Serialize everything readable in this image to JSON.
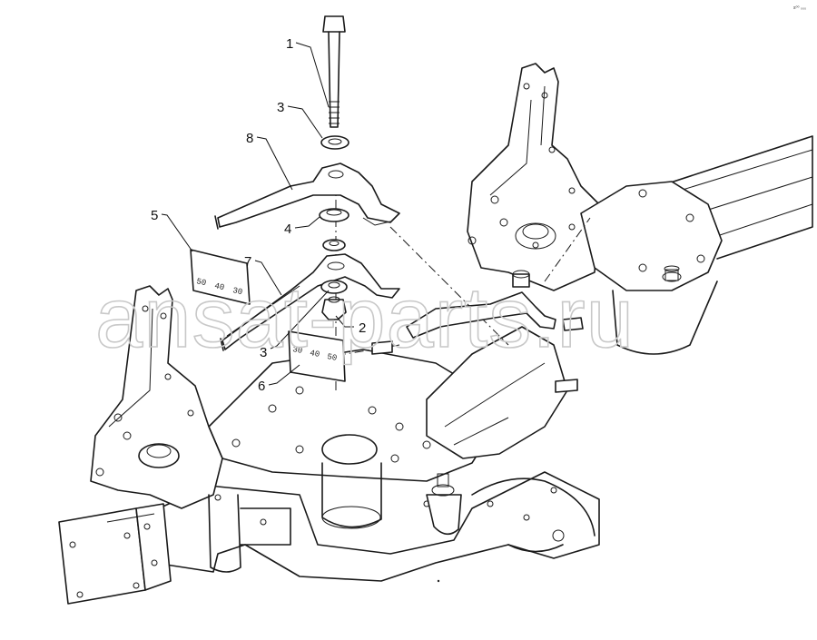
{
  "diagram": {
    "reference_code": "s⁰⁰ ₀₀₀",
    "watermark": "ansat-parts.ru",
    "callouts": [
      {
        "id": "callout-1",
        "label": "1"
      },
      {
        "id": "callout-2",
        "label": "2"
      },
      {
        "id": "callout-3a",
        "label": "3"
      },
      {
        "id": "callout-3b",
        "label": "3"
      },
      {
        "id": "callout-4",
        "label": "4"
      },
      {
        "id": "callout-5",
        "label": "5"
      },
      {
        "id": "callout-6",
        "label": "6"
      },
      {
        "id": "callout-7",
        "label": "7"
      },
      {
        "id": "callout-8",
        "label": "8"
      }
    ],
    "scale_plate_5": [
      "50",
      "40",
      "30"
    ],
    "scale_plate_6": [
      "30",
      "40",
      "50"
    ]
  }
}
